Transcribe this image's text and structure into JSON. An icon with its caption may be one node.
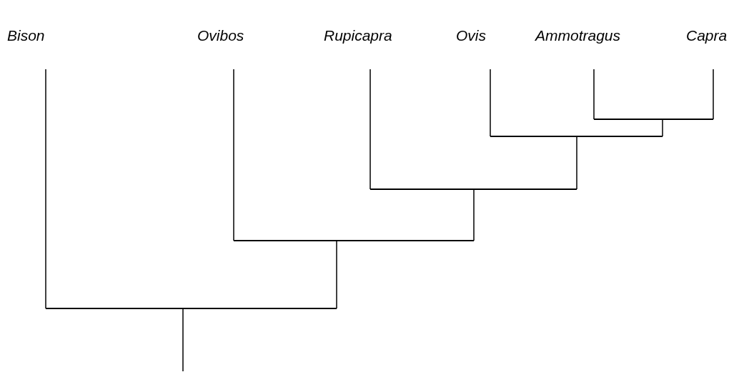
{
  "diagram": {
    "nodes": [
      {
        "text": [
          "Bison"
        ]
      },
      {
        "text": [
          "Ovibos"
        ]
      },
      {
        "text": [
          "Rupicapra"
        ]
      },
      {
        "text": [
          "Ovis"
        ]
      },
      {
        "text": [
          "Ammotragus"
        ]
      },
      {
        "text": [
          "Capra"
        ]
      },
      {
        "text": [],
        "shape": "bar"
      },
      {
        "text": [],
        "shape": "bar"
      },
      {
        "text": [],
        "shape": "bar"
      },
      {
        "text": [],
        "shape": "bar"
      },
      {
        "text": [],
        "shape": "bar"
      }
    ],
    "edges": [
      {
        "from": 6,
        "to": 4,
        "arrow": "none"
      },
      {
        "from": 6,
        "to": 5,
        "arrow": "none"
      },
      {
        "from": 7,
        "to": 3,
        "arrow": "none"
      },
      {
        "from": 7,
        "to": 6,
        "arrow": "none"
      },
      {
        "from": 8,
        "to": 2,
        "arrow": "none"
      },
      {
        "from": 8,
        "to": 7,
        "arrow": "none"
      },
      {
        "from": 9,
        "to": 1,
        "arrow": "none"
      },
      {
        "from": 9,
        "to": 8,
        "arrow": "none"
      },
      {
        "from": 10,
        "to": 0,
        "arrow": "none"
      },
      {
        "from": 10,
        "to": 9,
        "arrow": "none"
      },
      {
        "from": null,
        "to": 10,
        "arrow": "none"
      }
    ]
  }
}
